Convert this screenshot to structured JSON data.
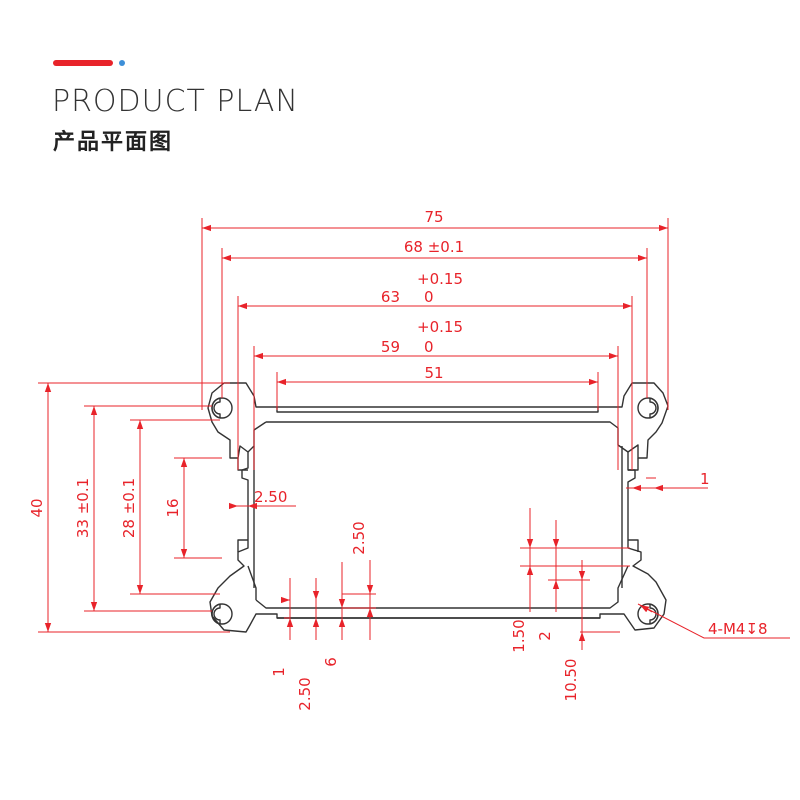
{
  "header": {
    "title_en": "PRODUCT PLAN",
    "title_cn": "产品平面图",
    "accent_color": "#e8232a",
    "dot_color": "#3d8fd8"
  },
  "drawing": {
    "line_color": "#e8232a",
    "profile_color": "#333333",
    "dims": {
      "overall_width": "75",
      "width_68": "68 ±0.1",
      "width_63": "63",
      "width_63_tol_upper": "+0.15",
      "width_63_tol_lower": "0",
      "width_59": "59",
      "width_59_tol_upper": "+0.15",
      "width_59_tol_lower": "0",
      "width_51": "51",
      "height_40": "40",
      "height_33": "33 ±0.1",
      "height_28": "28 ±0.1",
      "height_16": "16",
      "slot_2_50_side": "2.50",
      "wall_1": "1",
      "slot_2_50_top": "2.50",
      "bottom_1": "1",
      "bottom_2_50": "2.50",
      "bottom_6": "6",
      "right_1_50": "1.50",
      "right_2": "2",
      "right_10_50": "10.50",
      "callout_m4": "4-M4↧8"
    }
  }
}
